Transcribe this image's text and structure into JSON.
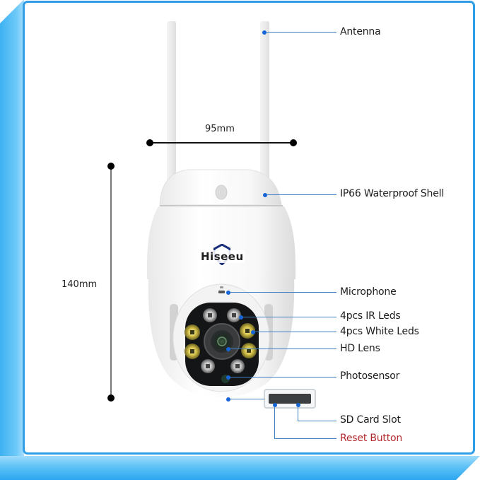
{
  "dimensions": {
    "width_label": "95mm",
    "height_label": "140mm"
  },
  "product": {
    "brand": "Hiseeu"
  },
  "callouts": [
    {
      "label": "Antenna",
      "color": "#1d1d1d"
    },
    {
      "label": "IP66 Waterproof Shell",
      "color": "#1d1d1d"
    },
    {
      "label": "Microphone",
      "color": "#1d1d1d"
    },
    {
      "label": "4pcs IR Leds",
      "color": "#1d1d1d"
    },
    {
      "label": "4pcs White Leds",
      "color": "#1d1d1d"
    },
    {
      "label": "HD Lens",
      "color": "#1d1d1d"
    },
    {
      "label": "Photosensor",
      "color": "#1d1d1d"
    },
    {
      "label": "SD Card Slot",
      "color": "#1d1d1d"
    },
    {
      "label": "Reset Button",
      "color": "#b3262c"
    }
  ],
  "colors": {
    "frame_blue": "#2f9ee6",
    "callout_line": "#3b7fc4",
    "callout_dot": "#1565d8",
    "accent_red": "#b3262c"
  }
}
